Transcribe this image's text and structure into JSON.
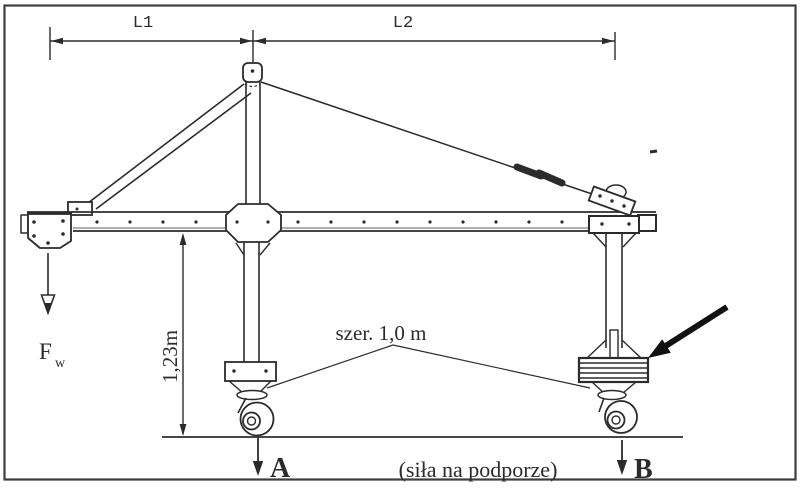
{
  "diagram": {
    "type": "technical-drawing",
    "subject": "davit-crane side view with supports",
    "labels": {
      "dim_l1": "L1",
      "dim_l2": "L2",
      "dim_height": "1,23m",
      "dim_width": "szer. 1,0 m",
      "force_symbol": "F",
      "force_subscript": "w",
      "support_a": "A",
      "support_b": "B",
      "caption": "(siła na podporze)"
    },
    "colors": {
      "ink": "#2b2b2b",
      "paper": "#ffffff",
      "arrow": "#111111",
      "border": "#3d3d3d"
    }
  }
}
